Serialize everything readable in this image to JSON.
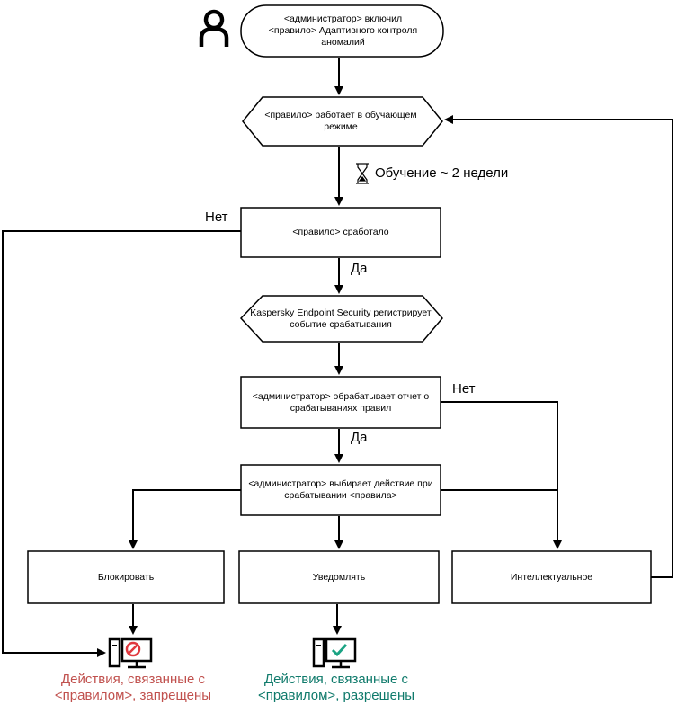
{
  "diagram": {
    "start": "<администратор> включил <правило> Адаптивного контроля аномалий",
    "learning_mode": "<правило> работает в обучающем режиме",
    "learning_duration": "Обучение ~ 2 недели",
    "rule_triggered": "<правило> сработало",
    "kes_registers": "Kaspersky Endpoint Security регистрирует событие срабатывания",
    "admin_processes": "<администратор> обрабатывает отчет о срабатываниях правил",
    "admin_chooses": "<администратор> выбирает действие при срабатывании <правила>",
    "actions": {
      "block": "Блокировать",
      "notify": "Уведомлять",
      "smart": "Интеллектуальное"
    },
    "labels": {
      "no_1": "Нет",
      "yes_1": "Да",
      "no_2": "Нет",
      "yes_2": "Да"
    },
    "results": {
      "blocked": "Действия, связанные с <правилом>, запрещены",
      "allowed": "Действия, связанные с <правилом>, разрешены"
    },
    "colors": {
      "blocked_text": "#c0504d",
      "allowed_text": "#0f7a6b",
      "blocked_icon": "#e0383e",
      "allowed_icon": "#1aa383",
      "line": "#000000"
    },
    "icons": [
      "user-icon",
      "hourglass-icon",
      "blocked-computer-icon",
      "allowed-computer-icon"
    ]
  }
}
